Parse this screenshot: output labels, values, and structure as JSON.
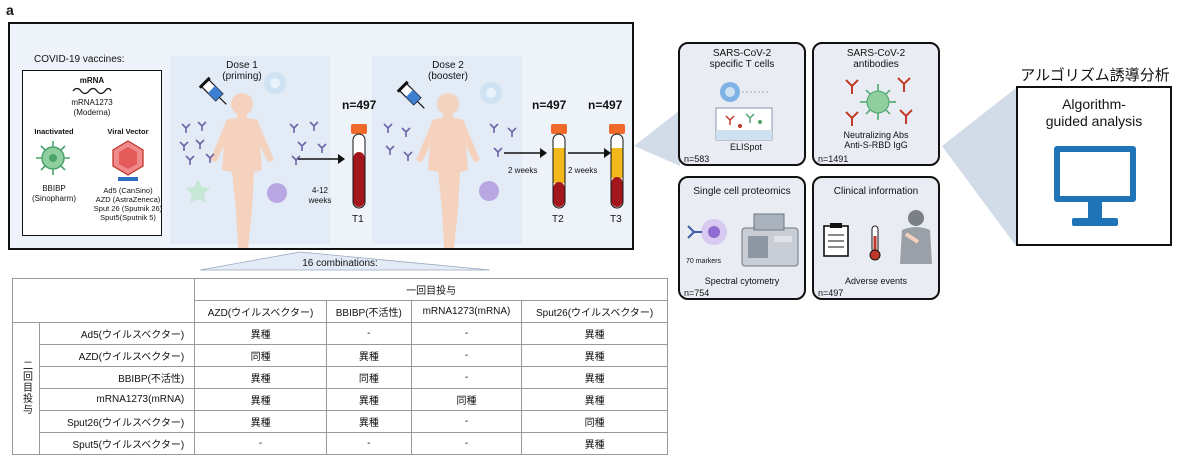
{
  "panel_label": "a",
  "vaccines": {
    "title": "COVID-19 vaccines:",
    "mrna_title": "mRNA",
    "mrna_items": [
      "mRNA1273",
      "(Moderna)"
    ],
    "inactivated_title": "Inactivated",
    "inactivated_items": [
      "BBIBP",
      "(Sinopharm)"
    ],
    "viral_title": "Viral Vector",
    "viral_items": [
      "Ad5 (CanSino)",
      "AZD (AstraZeneca)",
      "Sput 26 (Sputnik 26)",
      "Sput5(Sputnik 5)"
    ]
  },
  "timeline": {
    "dose1": [
      "Dose 1",
      "(priming)"
    ],
    "dose2": [
      "Dose 2",
      "(booster)"
    ],
    "interval1": [
      "4-12",
      "weeks"
    ],
    "interval2": "2 weeks",
    "interval3": "2 weeks",
    "timepoints": [
      {
        "label": "T1",
        "n": "n=497"
      },
      {
        "label": "T2",
        "n": "n=497"
      },
      {
        "label": "T3",
        "n": "n=497"
      }
    ]
  },
  "combinations_label": "16 combinations:",
  "assays": [
    {
      "title": [
        "SARS-CoV-2",
        "specific T cells"
      ],
      "caption": "ELISpot",
      "n": "n=583"
    },
    {
      "title": [
        "SARS-CoV-2",
        "antibodies"
      ],
      "caption": [
        "Neutralizing Abs",
        "Anti-S-RBD IgG"
      ],
      "n": "n=1491"
    },
    {
      "title": [
        "Single cell proteomics"
      ],
      "caption": "Spectral cytometry",
      "extra": "70 markers",
      "n": "n=754"
    },
    {
      "title": [
        "Clinical information"
      ],
      "caption": "Adverse events",
      "n": "n=497"
    }
  ],
  "algorithm": {
    "jp_title": "アルゴリズム誘導分析",
    "en_title": [
      "Algorithm-",
      "guided analysis"
    ]
  },
  "table": {
    "col_group": "一回目投与",
    "row_group": "二回目投与",
    "columns": [
      "AZD(ウイルスベクター)",
      "BBIBP(不活性)",
      "mRNA1273(mRNA)",
      "Sput26(ウイルスベクター)"
    ],
    "rows": [
      {
        "label": "Ad5(ウイルスベクター)",
        "cells": [
          "異種",
          "-",
          "-",
          "異種"
        ]
      },
      {
        "label": "AZD(ウイルスベクター)",
        "cells": [
          "同種",
          "異種",
          "-",
          "異種"
        ]
      },
      {
        "label": "BBIBP(不活性)",
        "cells": [
          "異種",
          "同種",
          "-",
          "異種"
        ]
      },
      {
        "label": "mRNA1273(mRNA)",
        "cells": [
          "異種",
          "異種",
          "同種",
          "異種"
        ]
      },
      {
        "label": "Sput26(ウイルスベクター)",
        "cells": [
          "異種",
          "異種",
          "-",
          "同種"
        ]
      },
      {
        "label": "Sput5(ウイルスベクター)",
        "cells": [
          "-",
          "-",
          "-",
          "異種"
        ]
      }
    ]
  },
  "colors": {
    "tube_red": "#a3161b",
    "tube_yellow": "#f2b81c",
    "tube_cap": "#ef6a2a",
    "body": "#f5d2bd",
    "antibody": "#6b64a8",
    "virus": "#4aa36a",
    "card_bg": "#e9edf3",
    "monitor": "#1f74b8"
  }
}
